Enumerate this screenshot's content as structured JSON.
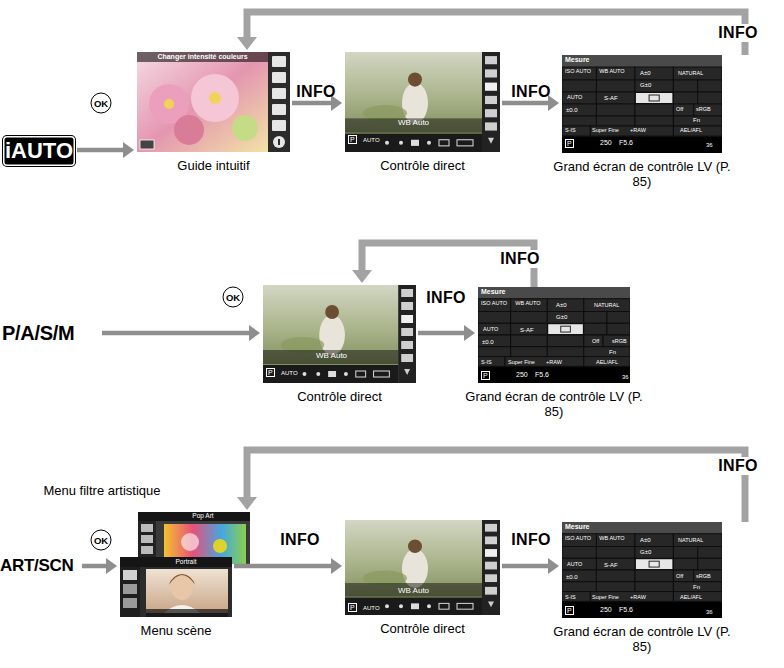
{
  "diagram": {
    "nodes": [
      {
        "text": [
          "iAUTO"
        ]
      },
      {
        "text": [
          "Changer intensité couleurs",
          "Guide intuitif"
        ]
      },
      {
        "text": [
          "WB Auto",
          "P",
          "AUTO",
          "Contrôle direct"
        ]
      },
      {
        "text": [
          "Mesure",
          "ISO AUTO",
          "WB AUTO",
          "A±0",
          "NATURAL",
          "G±0",
          "AUTO",
          "S-AF",
          "±0.0",
          "Off",
          "sRGB",
          "Fn",
          "S-IS",
          "Super Fine",
          "+RAW",
          "AEL/AFL",
          "P",
          "250",
          "F5.6",
          "36",
          "Grand écran de contrôle LV (P. 85)"
        ]
      },
      {
        "text": [
          "P/A/S/M"
        ]
      },
      {
        "text": [
          "WB Auto",
          "P",
          "AUTO",
          "Contrôle direct"
        ]
      },
      {
        "text": [
          "Mesure",
          "ISO AUTO",
          "WB AUTO",
          "A±0",
          "NATURAL",
          "G±0",
          "AUTO",
          "S-AF",
          "±0.0",
          "Off",
          "sRGB",
          "Fn",
          "S-IS",
          "Super Fine",
          "+RAW",
          "AEL/AFL",
          "P",
          "250",
          "F5.6",
          "36",
          "Grand écran de contrôle LV (P. 85)"
        ]
      },
      {
        "text": [
          "ART/SCN"
        ]
      },
      {
        "text": [
          "Menu filtre artistique",
          "Pop Art"
        ]
      },
      {
        "text": [
          "Portrait",
          "Menu scène"
        ]
      },
      {
        "text": [
          "WB Auto",
          "P",
          "AUTO",
          "Contrôle direct"
        ]
      },
      {
        "text": [
          "Mesure",
          "ISO AUTO",
          "WB AUTO",
          "A±0",
          "NATURAL",
          "G±0",
          "AUTO",
          "S-AF",
          "±0.0",
          "Off",
          "sRGB",
          "Fn",
          "S-IS",
          "Super Fine",
          "+RAW",
          "AEL/AFL",
          "P",
          "250",
          "F5.6",
          "36",
          "Grand écran de contrôle LV (P. 85)"
        ]
      }
    ],
    "edges": [
      {
        "from": 0,
        "to": 1,
        "label": "OK",
        "arrow": "to"
      },
      {
        "from": 1,
        "to": 2,
        "label": "INFO",
        "arrow": "to"
      },
      {
        "from": 2,
        "to": 3,
        "label": "INFO",
        "arrow": "to"
      },
      {
        "from": 3,
        "to": 1,
        "label": "INFO",
        "arrow": "to"
      },
      {
        "from": 4,
        "to": 5,
        "label": "OK",
        "arrow": "to"
      },
      {
        "from": 5,
        "to": 6,
        "label": "INFO",
        "arrow": "to"
      },
      {
        "from": 6,
        "to": 5,
        "label": "INFO",
        "arrow": "to"
      },
      {
        "from": 7,
        "to": 9,
        "label": "OK",
        "arrow": "to"
      },
      {
        "from": 9,
        "to": 10,
        "label": "INFO",
        "arrow": "to"
      },
      {
        "from": 10,
        "to": 11,
        "label": "INFO",
        "arrow": "to"
      },
      {
        "from": 11,
        "to": 8,
        "label": "INFO",
        "arrow": "to"
      }
    ]
  }
}
